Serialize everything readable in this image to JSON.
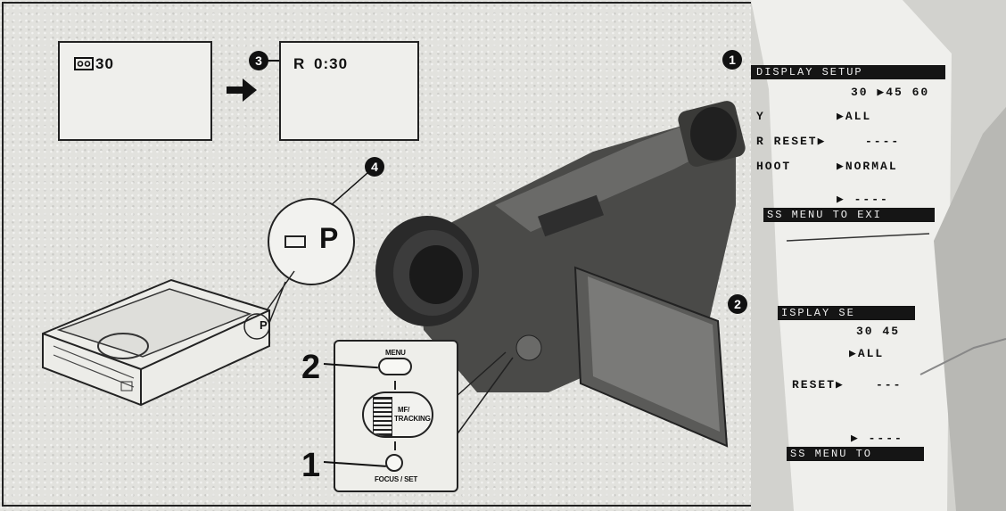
{
  "lcd1": {
    "text": "30",
    "icon": "cassette-icon"
  },
  "lcd2": {
    "text": "R 0:30",
    "badge": "3"
  },
  "badge4": "4",
  "cassette_zoom": {
    "label": "P"
  },
  "cassette_tab": "P",
  "steps": {
    "menu_step": "2",
    "focus_step": "1"
  },
  "panel": {
    "menu_label": "MENU",
    "dial_label_line1": "MF/",
    "dial_label_line2": "TRACKING",
    "focus_label": "FOCUS / SET"
  },
  "menu1": {
    "badge": "1",
    "title": "DISPLAY SETUP",
    "options": "30 ▶45 60",
    "row1_label": "Y",
    "row1_value": "▶ALL",
    "row2_label": "R RESET▶",
    "row2_value": "----",
    "row3_label": "HOOT",
    "row3_value": "▶NORMAL",
    "row4_value": "▶ ----",
    "footer": "SS MENU TO EXI"
  },
  "menu2": {
    "badge": "2",
    "title": "ISPLAY SE",
    "options": "30 45",
    "row1_value": "▶ALL",
    "row2_label": "RESET▶",
    "row2_value": "---",
    "row3_value": "▶ ----",
    "footer": "SS MENU TO"
  }
}
